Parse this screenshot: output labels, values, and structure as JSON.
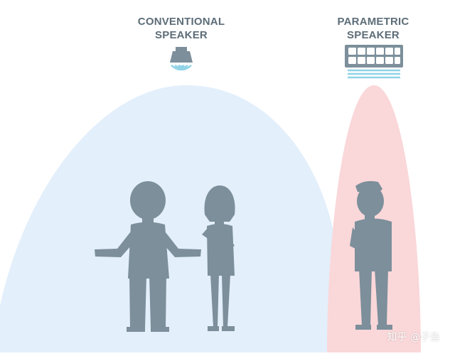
{
  "speakers": {
    "conventional": {
      "line1": "CONVENTIONAL",
      "line2": "SPEAKER",
      "icon": "speaker-cone-icon"
    },
    "parametric": {
      "line1": "PARAMETRIC",
      "line2": "SPEAKER",
      "icon": "speaker-array-icon"
    }
  },
  "colors": {
    "conventional_field": "#e3effb",
    "parametric_field": "#fad7d9",
    "figure": "#7c8f9b",
    "label": "#5d6d78",
    "wave": "#8fd3e6"
  },
  "watermark": "知乎 @子鱼"
}
